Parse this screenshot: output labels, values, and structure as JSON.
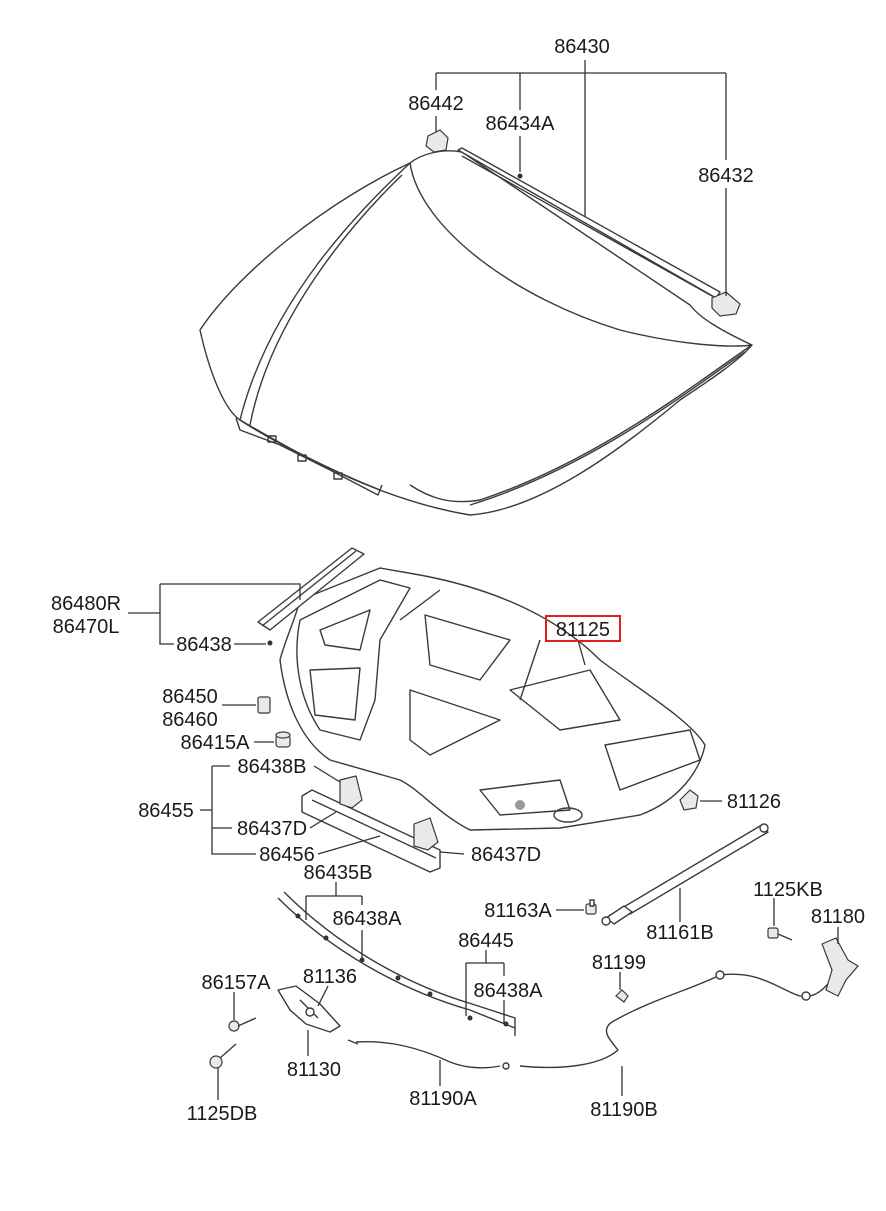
{
  "diagram_title": "",
  "callouts": {
    "p86430": "86430",
    "p86442": "86442",
    "p86434A": "86434A",
    "p86432": "86432",
    "p86480R": "86480R",
    "p86470L": "86470L",
    "p86438": "86438",
    "p81125": "81125",
    "p86450": "86450",
    "p86460": "86460",
    "p86415A": "86415A",
    "p86438B": "86438B",
    "p86455": "86455",
    "p86437D_left": "86437D",
    "p86456": "86456",
    "p86437D_right": "86437D",
    "p81126": "81126",
    "p86435B": "86435B",
    "p86438A_top": "86438A",
    "p81163A": "81163A",
    "p81161B": "81161B",
    "p1125KB": "1125KB",
    "p81180": "81180",
    "p86445": "86445",
    "p86438A_bottom": "86438A",
    "p81199": "81199",
    "p86157A": "86157A",
    "p81136": "81136",
    "p81130": "81130",
    "p1125DB": "1125DB",
    "p81190A": "81190A",
    "p81190B": "81190B"
  },
  "highlighted_part": "81125",
  "highlight_color": "#e02020"
}
